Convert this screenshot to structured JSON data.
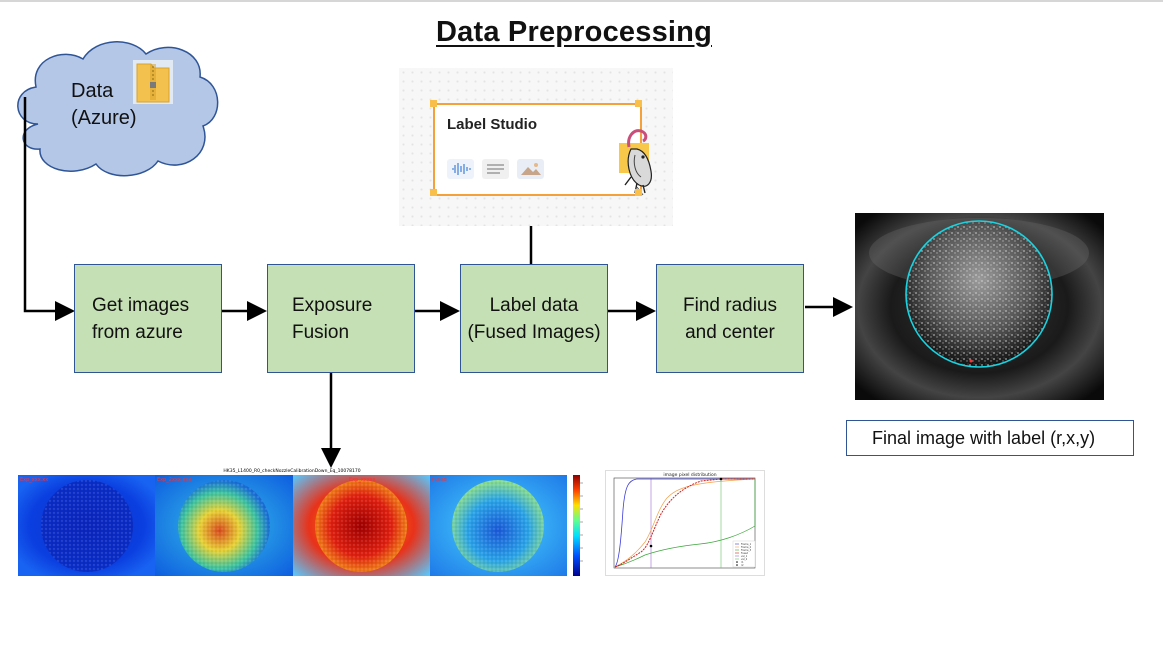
{
  "title": "Data Preprocessing",
  "cloud": {
    "line1": "Data",
    "line2": "(Azure)",
    "icon": "zip-folder-icon"
  },
  "steps": [
    {
      "label": "Get images\nfrom azure"
    },
    {
      "label": "Exposure\nFusion"
    },
    {
      "label": "Label data\n(Fused Images)"
    },
    {
      "label": "Find radius\nand center"
    }
  ],
  "label_studio": {
    "title": "Label Studio",
    "icons": [
      "audio-wave-icon",
      "text-lines-icon",
      "image-icon"
    ]
  },
  "final": {
    "caption": "Final image with label (r,x,y)"
  },
  "fusion_strip": {
    "title": "HK35_L1400_R0_checkNozzleCalibrationDown_Eq_10078170",
    "panels": [
      "Exp_xxx.xx",
      "Exp_2xxx.xxx",
      "Exp_xxxxx",
      "Fused"
    ]
  },
  "histogram": {
    "title": "image pixel distribution",
    "legend": [
      "Frame_1",
      "Frame_2",
      "Frame_3",
      "Fused",
      "val_1",
      "val_2",
      "r1",
      "r2"
    ]
  },
  "colors": {
    "box_fill": "#c5e0b4",
    "box_border": "#2f5597",
    "cloud_fill": "#b4c7e7",
    "cloud_border": "#2f5597",
    "ls_orange": "#f4a13b",
    "circle": "#19d3e0"
  }
}
